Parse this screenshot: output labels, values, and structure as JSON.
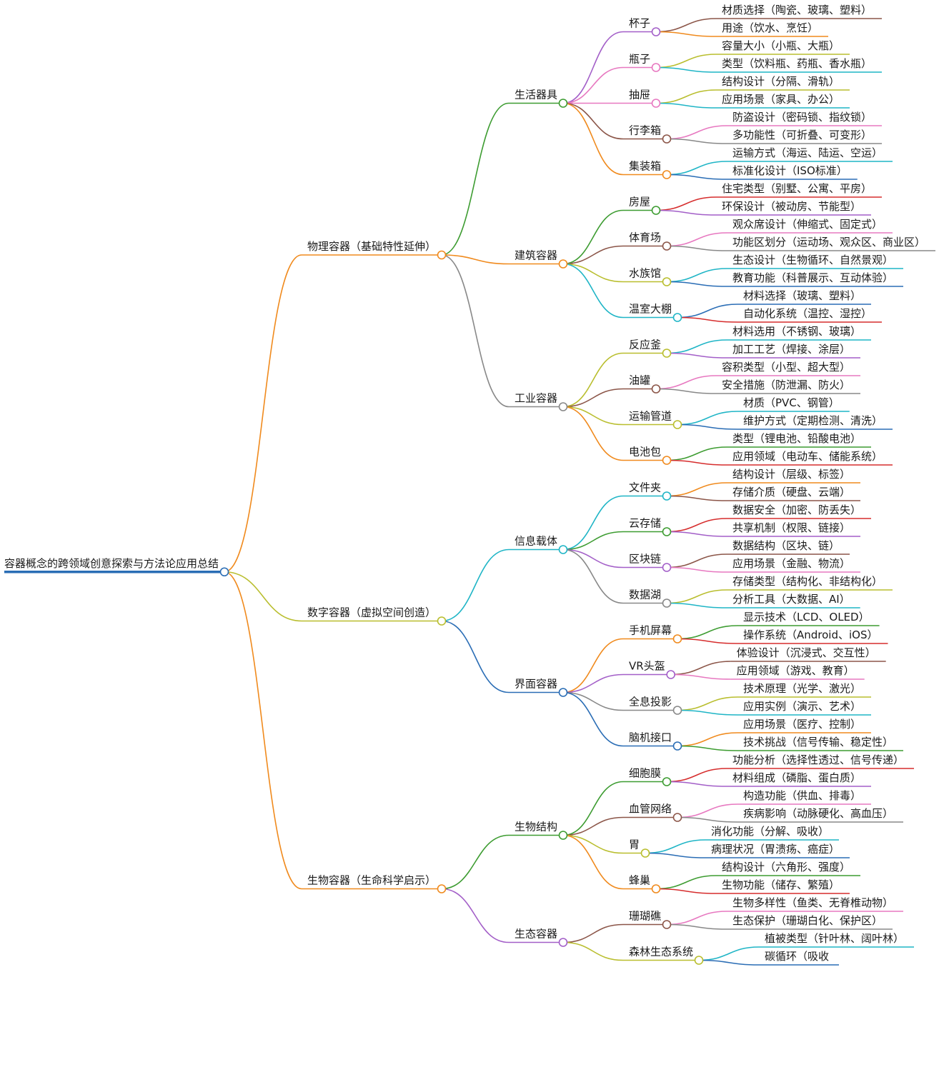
{
  "root": {
    "label": "容器概念的跨领域创意探索与方法论应用总结",
    "color": "#2a6db5",
    "children": [
      {
        "label": "物理容器（基础特性延伸）",
        "color": "#f08a1d",
        "children": [
          {
            "label": "生活器具",
            "color": "#3d9c31",
            "children": [
              {
                "label": "杯子",
                "color": "#a35fc8",
                "children": [
                  {
                    "label": "材质选择（陶瓷、玻璃、塑料）",
                    "color": "#8b5548"
                  },
                  {
                    "label": "用途（饮水、烹饪）",
                    "color": "#f08a1d"
                  }
                ]
              },
              {
                "label": "瓶子",
                "color": "#e778c0",
                "children": [
                  {
                    "label": "容量大小（小瓶、大瓶）",
                    "color": "#b9be2e"
                  },
                  {
                    "label": "类型（饮料瓶、药瓶、香水瓶）",
                    "color": "#1fb5c6"
                  }
                ]
              },
              {
                "label": "抽屉",
                "color": "#e778c0",
                "children": [
                  {
                    "label": "结构设计（分隔、滑轨）",
                    "color": "#b9be2e"
                  },
                  {
                    "label": "应用场景（家具、办公）",
                    "color": "#1fb5c6"
                  }
                ]
              },
              {
                "label": "行李箱",
                "color": "#8b5548",
                "children": [
                  {
                    "label": "防盗设计（密码锁、指纹锁）",
                    "color": "#e778c0"
                  },
                  {
                    "label": "多功能性（可折叠、可变形）",
                    "color": "#888888"
                  }
                ]
              },
              {
                "label": "集装箱",
                "color": "#f08a1d",
                "children": [
                  {
                    "label": "运输方式（海运、陆运、空运）",
                    "color": "#1fb5c6"
                  },
                  {
                    "label": "标准化设计（ISO标准）",
                    "color": "#2a6db5"
                  }
                ]
              }
            ]
          },
          {
            "label": "建筑容器",
            "color": "#f08a1d",
            "children": [
              {
                "label": "房屋",
                "color": "#3d9c31",
                "children": [
                  {
                    "label": "住宅类型（别墅、公寓、平房）",
                    "color": "#d62d2d"
                  },
                  {
                    "label": "环保设计（被动房、节能型）",
                    "color": "#a35fc8"
                  }
                ]
              },
              {
                "label": "体育场",
                "color": "#8b5548",
                "children": [
                  {
                    "label": "观众席设计（伸缩式、固定式）",
                    "color": "#e778c0"
                  },
                  {
                    "label": "功能区划分（运动场、观众区、商业区）",
                    "color": "#888888"
                  }
                ]
              },
              {
                "label": "水族馆",
                "color": "#b9be2e",
                "children": [
                  {
                    "label": "生态设计（生物循环、自然景观）",
                    "color": "#1fb5c6"
                  },
                  {
                    "label": "教育功能（科普展示、互动体验）",
                    "color": "#2a6db5"
                  }
                ]
              },
              {
                "label": "温室大棚",
                "color": "#1fb5c6",
                "children": [
                  {
                    "label": "材料选择（玻璃、塑料）",
                    "color": "#2a6db5"
                  },
                  {
                    "label": "自动化系统（温控、湿控）",
                    "color": "#d62d2d"
                  }
                ]
              }
            ]
          },
          {
            "label": "工业容器",
            "color": "#888888",
            "children": [
              {
                "label": "反应釜",
                "color": "#b9be2e",
                "children": [
                  {
                    "label": "材料选用（不锈钢、玻璃）",
                    "color": "#1fb5c6"
                  },
                  {
                    "label": "加工工艺（焊接、涂层）",
                    "color": "#a35fc8"
                  }
                ]
              },
              {
                "label": "油罐",
                "color": "#8b5548",
                "children": [
                  {
                    "label": "容积类型（小型、超大型）",
                    "color": "#e778c0"
                  },
                  {
                    "label": "安全措施（防泄漏、防火）",
                    "color": "#888888"
                  }
                ]
              },
              {
                "label": "运输管道",
                "color": "#b9be2e",
                "children": [
                  {
                    "label": "材质（PVC、钢管）",
                    "color": "#1fb5c6"
                  },
                  {
                    "label": "维护方式（定期检测、清洗）",
                    "color": "#2a6db5"
                  }
                ]
              },
              {
                "label": "电池包",
                "color": "#f08a1d",
                "children": [
                  {
                    "label": "类型（锂电池、铅酸电池）",
                    "color": "#3d9c31"
                  },
                  {
                    "label": "应用领域（电动车、储能系统）",
                    "color": "#d62d2d"
                  }
                ]
              }
            ]
          }
        ]
      },
      {
        "label": "数字容器（虚拟空间创造）",
        "color": "#b9be2e",
        "children": [
          {
            "label": "信息载体",
            "color": "#1fb5c6",
            "children": [
              {
                "label": "文件夹",
                "color": "#1fb5c6",
                "children": [
                  {
                    "label": "结构设计（层级、标签）",
                    "color": "#f08a1d"
                  },
                  {
                    "label": "存储介质（硬盘、云端）",
                    "color": "#8b5548"
                  }
                ]
              },
              {
                "label": "云存储",
                "color": "#3d9c31",
                "children": [
                  {
                    "label": "数据安全（加密、防丢失）",
                    "color": "#d62d2d"
                  },
                  {
                    "label": "共享机制（权限、链接）",
                    "color": "#a35fc8"
                  }
                ]
              },
              {
                "label": "区块链",
                "color": "#a35fc8",
                "children": [
                  {
                    "label": "数据结构（区块、链）",
                    "color": "#8b5548"
                  },
                  {
                    "label": "应用场景（金融、物流）",
                    "color": "#e778c0"
                  }
                ]
              },
              {
                "label": "数据湖",
                "color": "#888888",
                "children": [
                  {
                    "label": "存储类型（结构化、非结构化）",
                    "color": "#b9be2e"
                  },
                  {
                    "label": "分析工具（大数据、AI）",
                    "color": "#1fb5c6"
                  }
                ]
              }
            ]
          },
          {
            "label": "界面容器",
            "color": "#2a6db5",
            "children": [
              {
                "label": "手机屏幕",
                "color": "#f08a1d",
                "children": [
                  {
                    "label": "显示技术（LCD、OLED）",
                    "color": "#3d9c31"
                  },
                  {
                    "label": "操作系统（Android、iOS）",
                    "color": "#d62d2d"
                  }
                ]
              },
              {
                "label": "VR头盔",
                "color": "#a35fc8",
                "children": [
                  {
                    "label": "体验设计（沉浸式、交互性）",
                    "color": "#8b5548"
                  },
                  {
                    "label": "应用领域（游戏、教育）",
                    "color": "#e778c0"
                  }
                ]
              },
              {
                "label": "全息投影",
                "color": "#888888",
                "children": [
                  {
                    "label": "技术原理（光学、激光）",
                    "color": "#b9be2e"
                  },
                  {
                    "label": "应用实例（演示、艺术）",
                    "color": "#1fb5c6"
                  }
                ]
              },
              {
                "label": "脑机接口",
                "color": "#2a6db5",
                "children": [
                  {
                    "label": "应用场景（医疗、控制）",
                    "color": "#f08a1d"
                  },
                  {
                    "label": "技术挑战（信号传输、稳定性）",
                    "color": "#3d9c31"
                  }
                ]
              }
            ]
          }
        ]
      },
      {
        "label": "生物容器（生命科学启示）",
        "color": "#f08a1d",
        "children": [
          {
            "label": "生物结构",
            "color": "#3d9c31",
            "children": [
              {
                "label": "细胞膜",
                "color": "#3d9c31",
                "children": [
                  {
                    "label": "功能分析（选择性透过、信号传递）",
                    "color": "#d62d2d"
                  },
                  {
                    "label": "材料组成（磷脂、蛋白质）",
                    "color": "#a35fc8"
                  }
                ]
              },
              {
                "label": "血管网络",
                "color": "#8b5548",
                "children": [
                  {
                    "label": "构造功能（供血、排毒）",
                    "color": "#e778c0"
                  },
                  {
                    "label": "疾病影响（动脉硬化、高血压）",
                    "color": "#888888"
                  }
                ]
              },
              {
                "label": "胃",
                "color": "#b9be2e",
                "children": [
                  {
                    "label": "消化功能（分解、吸收）",
                    "color": "#1fb5c6"
                  },
                  {
                    "label": "病理状况（胃溃疡、癌症）",
                    "color": "#2a6db5"
                  }
                ]
              },
              {
                "label": "蜂巢",
                "color": "#f08a1d",
                "children": [
                  {
                    "label": "结构设计（六角形、强度）",
                    "color": "#3d9c31"
                  },
                  {
                    "label": "生物功能（储存、繁殖）",
                    "color": "#d62d2d"
                  }
                ]
              }
            ]
          },
          {
            "label": "生态容器",
            "color": "#a35fc8",
            "children": [
              {
                "label": "珊瑚礁",
                "color": "#8b5548",
                "children": [
                  {
                    "label": "生物多样性（鱼类、无脊椎动物）",
                    "color": "#e778c0"
                  },
                  {
                    "label": "生态保护（珊瑚白化、保护区）",
                    "color": "#888888"
                  }
                ]
              },
              {
                "label": "森林生态系统",
                "color": "#b9be2e",
                "children": [
                  {
                    "label": "植被类型（针叶林、阔叶林）",
                    "color": "#1fb5c6"
                  },
                  {
                    "label": "碳循环（吸收",
                    "color": "#2a6db5"
                  }
                ]
              }
            ]
          }
        ]
      }
    ]
  }
}
